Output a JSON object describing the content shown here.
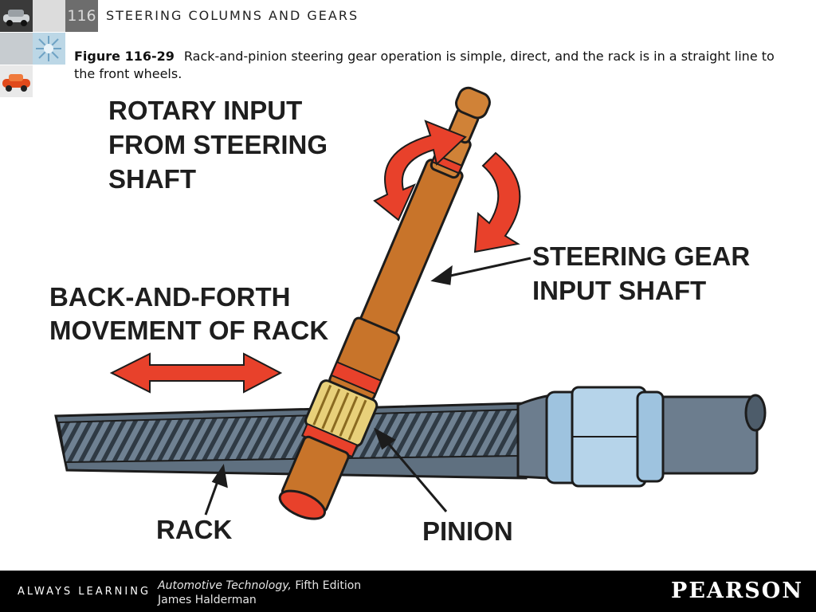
{
  "header": {
    "chapter_number": "116",
    "chapter_title": "STEERING COLUMNS AND GEARS"
  },
  "caption": {
    "figure_label": "Figure 116-29",
    "text": "Rack-and-pinion steering gear operation is simple, direct, and the rack is in a straight line to the front wheels."
  },
  "diagram": {
    "labels": {
      "rotary_1": "ROTARY INPUT",
      "rotary_2": "FROM STEERING",
      "rotary_3": "SHAFT",
      "gear_1": "STEERING GEAR",
      "gear_2": "INPUT SHAFT",
      "back_1": "BACK-AND-FORTH",
      "back_2": "MOVEMENT OF RACK",
      "rack": "RACK",
      "pinion": "PINION"
    },
    "colors": {
      "arrow": "#e8412b",
      "shaft": "#c8742a",
      "rack": "#5f7080",
      "nut": "#9ec3df",
      "pinion_gear": "#e8d07a"
    }
  },
  "footer": {
    "tagline": "ALWAYS LEARNING",
    "book_title": "Automotive Technology,",
    "edition": " Fifth Edition",
    "author": "James Halderman",
    "publisher": "PEARSON"
  }
}
